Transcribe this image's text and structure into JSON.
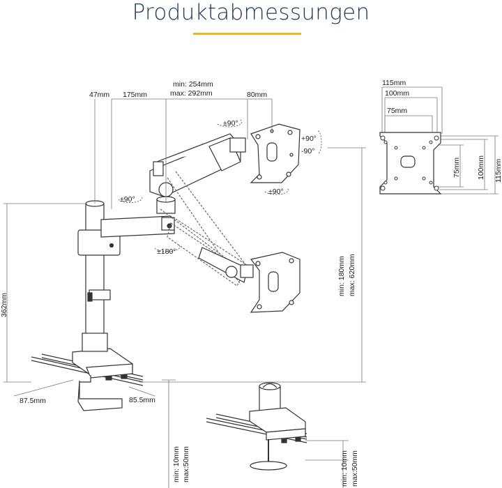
{
  "title": "Produktabmessungen",
  "colors": {
    "accent": "#f2b31c",
    "title": "#233a5e",
    "line": "#333333",
    "dim": "#666666"
  },
  "dimensions": {
    "pole_offset": "47mm",
    "arm_lower": "175mm",
    "arm_upper_min": "min: 254mm",
    "arm_upper_max": "max: 292mm",
    "head_offset": "80mm",
    "height": "362mm",
    "height_range_min": "min: 180mm",
    "height_range_max": "max: 620mm",
    "base_depth": "87.5mm",
    "base_width": "85.5mm",
    "clamp_min": "min: 10mm",
    "clamp_max": "max:50mm",
    "grommet_min": "min: 10mm",
    "grommet_max": "max:50mm"
  },
  "rotations": {
    "head_swivel": "±90°",
    "tilt_up": "+90°",
    "tilt_down": "-90°",
    "head_rotation": "±90°",
    "elbow": "±90°",
    "pole": "±180°"
  },
  "vesa": {
    "outer_width": "115mm",
    "mid_width": "100mm",
    "inner_width": "75mm",
    "inner_height": "75mm",
    "mid_height": "100mm",
    "outer_height": "115mm"
  }
}
